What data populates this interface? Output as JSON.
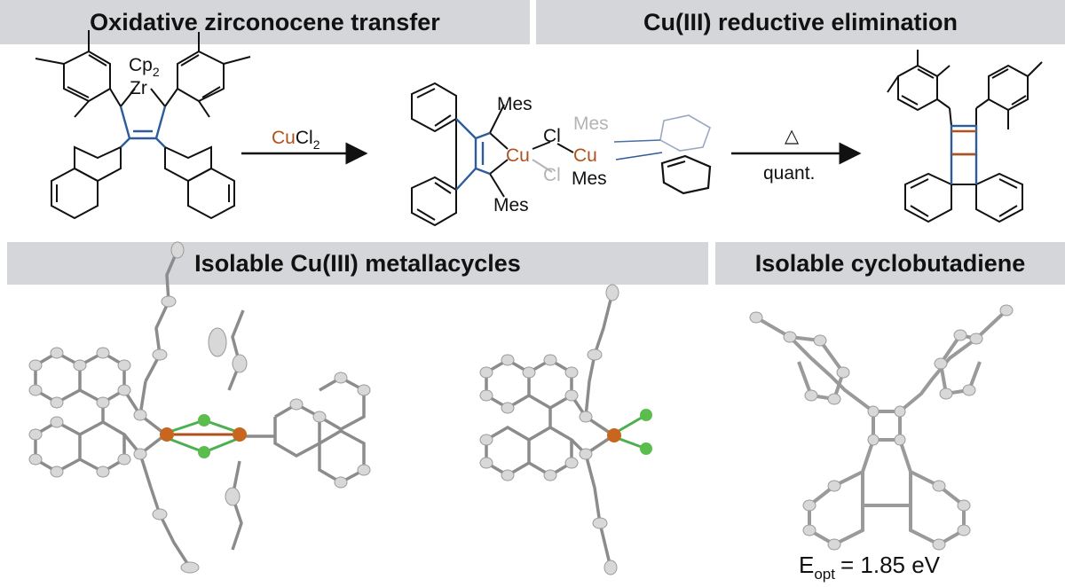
{
  "banners": {
    "top_left": "Oxidative zirconocene transfer",
    "top_right": "Cu(III) reductive elimination",
    "bottom_left": "Isolable Cu(III) metallacycles",
    "bottom_right": "Isolable cyclobutadiene"
  },
  "reagent1": {
    "cp": "Cp",
    "cp_sub": "2",
    "zr": "Zr"
  },
  "arrow1": {
    "cu": "Cu",
    "cl": "Cl",
    "cl_sub": "2"
  },
  "reagent2": {
    "mes_top": "Mes",
    "mes_bottom": "Mes",
    "cu": "Cu",
    "cl_upper": "Cl",
    "cl_lower": "Cl",
    "cu_right": "Cu",
    "mes_grey": "Mes",
    "mes_right": "Mes"
  },
  "arrow2": {
    "condition": "△",
    "yield": "quant."
  },
  "energy": {
    "e": "E",
    "sub": "opt",
    "value": "= 1.85 eV"
  },
  "colors": {
    "banner": "#d4d6d9",
    "copper": "#b0521e",
    "blue_bond": "#2e5c9a",
    "chlorine": "#4caf50",
    "ellipsoid": "#cfcfcf"
  }
}
